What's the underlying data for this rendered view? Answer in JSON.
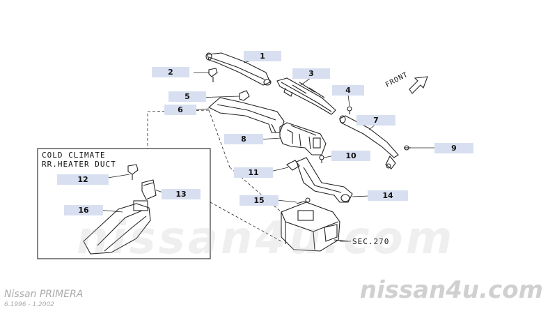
{
  "callouts": [
    {
      "num": "1"
    },
    {
      "num": "2"
    },
    {
      "num": "3"
    },
    {
      "num": "4"
    },
    {
      "num": "5"
    },
    {
      "num": "6"
    },
    {
      "num": "7"
    },
    {
      "num": "8"
    },
    {
      "num": "9"
    },
    {
      "num": "10"
    },
    {
      "num": "11"
    },
    {
      "num": "12"
    },
    {
      "num": "13"
    },
    {
      "num": "14"
    },
    {
      "num": "15"
    },
    {
      "num": "16"
    }
  ],
  "inset": {
    "line1": "COLD CLIMATE",
    "line2": "RR.HEATER DUCT"
  },
  "front_label": "FRONT",
  "section_ref": "SEC.270",
  "watermark_center": "nissan4u.com",
  "watermark_bottom": "nissan4u.com",
  "model_name": "Nissan PRIMERA",
  "model_dates": "6.1996 - 1.2002",
  "colors": {
    "callout_bg": "#d8dff0",
    "line": "#222222"
  }
}
